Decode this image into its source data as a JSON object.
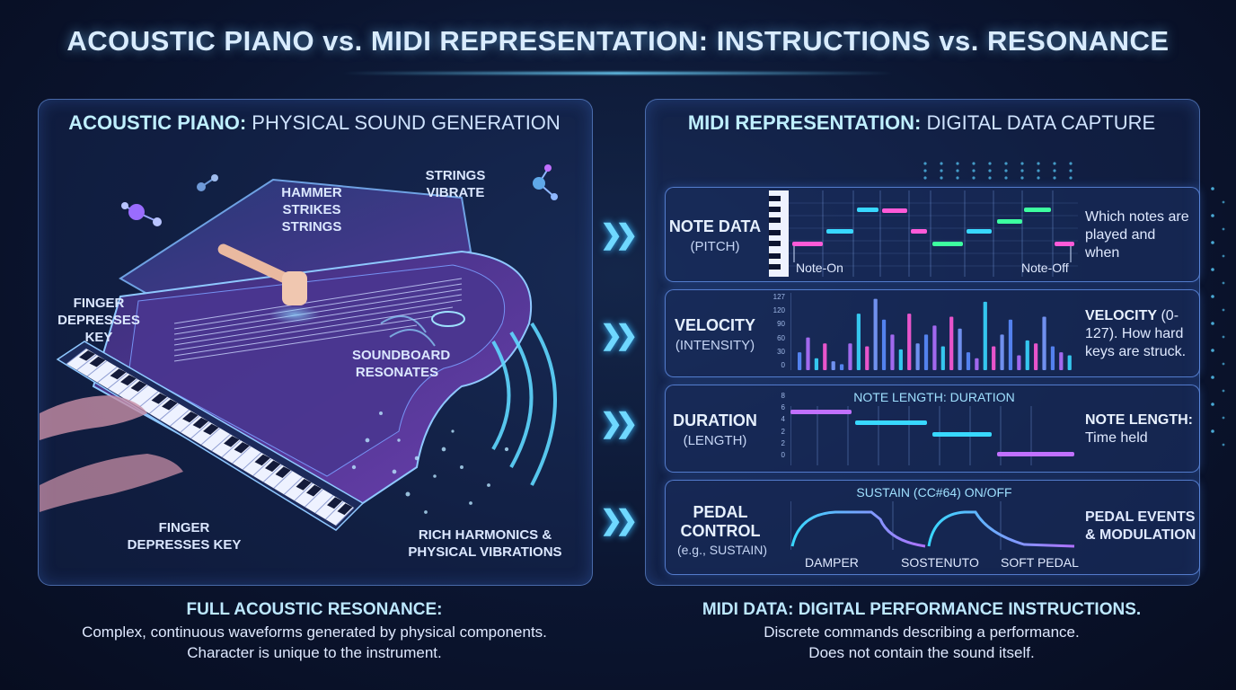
{
  "title": "ACOUSTIC PIANO vs. MIDI REPRESENTATION: INSTRUCTIONS vs. RESONANCE",
  "left": {
    "title_bold": "ACOUSTIC PIANO:",
    "title_rest": " PHYSICAL SOUND GENERATION",
    "labels": {
      "hammer": "HAMMER STRIKES STRINGS",
      "strings": "STRINGS VIBRATE",
      "finger_top": "FINGER DEPRESSES KEY",
      "soundboard": "SOUNDBOARD RESONATES",
      "finger_bottom": "FINGER DEPRESSES KEY",
      "harmonics": "RICH HARMONICS & PHYSICAL VIBRATIONS"
    },
    "bottom_heading": "FULL ACOUSTIC RESONANCE:",
    "bottom_line1": "Complex, continuous waveforms generated by physical components.",
    "bottom_line2": "Character is unique to the instrument."
  },
  "right": {
    "title_bold": "MIDI REPRESENTATION:",
    "title_rest": " DIGITAL DATA CAPTURE",
    "rows": [
      {
        "name": "NOTE DATA",
        "sub": "(PITCH)",
        "desc_bold": "",
        "desc": "Which notes are played and when",
        "note_on": "Note-On",
        "note_off": "Note-Off"
      },
      {
        "name": "VELOCITY",
        "sub": "(INTENSITY)",
        "desc_bold": "VELOCITY",
        "desc": " (0-127). How hard keys are struck.",
        "ticks": [
          "127",
          "120",
          "90",
          "60",
          "30",
          "0"
        ]
      },
      {
        "name": "DURATION",
        "sub": "(LENGTH)",
        "desc_bold": "NOTE LENGTH:",
        "desc": " Time held",
        "chart_title": "NOTE LENGTH: DURATION",
        "ticks": [
          "8",
          "6",
          "4",
          "2",
          "2",
          "0"
        ]
      },
      {
        "name": "PEDAL CONTROL",
        "sub": "(e.g., SUSTAIN)",
        "desc_bold": "PEDAL EVENTS & MODULATION",
        "desc": "",
        "chart_title": "SUSTAIN (CC#64) ON/OFF",
        "pedals": [
          "DAMPER",
          "SOSTENUTO",
          "SOFT PEDAL"
        ]
      }
    ],
    "bottom_heading": "MIDI DATA: DIGITAL PERFORMANCE INSTRUCTIONS.",
    "bottom_line1": "Discrete commands describing a performance.",
    "bottom_line2": "Does not contain the sound itself."
  },
  "velocity_values": [
    30,
    55,
    20,
    45,
    15,
    10,
    45,
    95,
    40,
    120,
    85,
    60,
    35,
    95,
    45,
    60,
    75,
    40,
    90,
    70,
    30,
    20,
    115,
    40,
    60,
    85,
    25,
    50,
    45,
    90,
    40,
    30,
    25
  ],
  "colors": {
    "accent": "#6fd8ff",
    "magenta": "#ff5ad8",
    "cyan": "#38d8ff",
    "green": "#3dffa0",
    "violet": "#b070ff"
  }
}
